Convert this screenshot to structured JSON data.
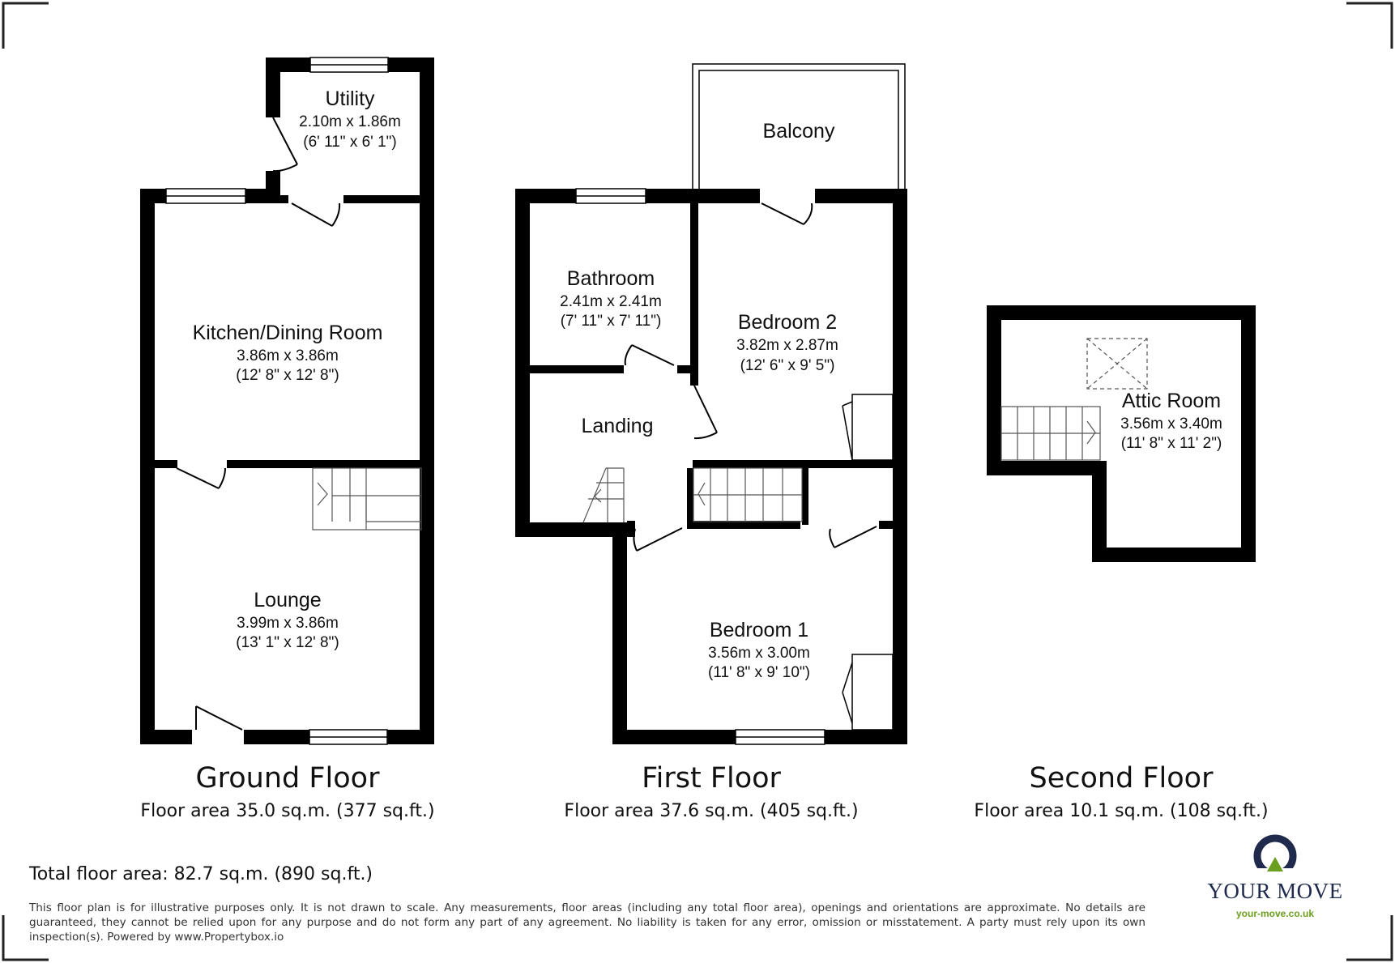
{
  "floors": {
    "ground": {
      "title": "Ground Floor",
      "area": "Floor area 35.0 sq.m. (377 sq.ft.)",
      "rooms": {
        "utility": {
          "name": "Utility",
          "metric": "2.10m x 1.86m",
          "imperial": "(6' 11\" x 6' 1\")"
        },
        "kitchen": {
          "name": "Kitchen/Dining Room",
          "metric": "3.86m x 3.86m",
          "imperial": "(12' 8\" x 12' 8\")"
        },
        "lounge": {
          "name": "Lounge",
          "metric": "3.99m x 3.86m",
          "imperial": "(13' 1\" x 12' 8\")"
        }
      }
    },
    "first": {
      "title": "First Floor",
      "area": "Floor area 37.6 sq.m. (405 sq.ft.)",
      "rooms": {
        "balcony": {
          "name": "Balcony"
        },
        "bathroom": {
          "name": "Bathroom",
          "metric": "2.41m x 2.41m",
          "imperial": "(7' 11\" x 7' 11\")"
        },
        "bedroom2": {
          "name": "Bedroom 2",
          "metric": "3.82m x 2.87m",
          "imperial": "(12' 6\" x 9' 5\")"
        },
        "landing": {
          "name": "Landing"
        },
        "bedroom1": {
          "name": "Bedroom 1",
          "metric": "3.56m x 3.00m",
          "imperial": "(11' 8\" x 9' 10\")"
        }
      }
    },
    "second": {
      "title": "Second Floor",
      "area": "Floor area 10.1 sq.m. (108 sq.ft.)",
      "rooms": {
        "attic": {
          "name": "Attic Room",
          "metric": "3.56m x 3.40m",
          "imperial": "(11' 8\" x 11' 2\")"
        }
      }
    }
  },
  "total": "Total floor area: 82.7 sq.m. (890 sq.ft.)",
  "disclaimer": "This floor plan is for illustrative purposes only. It is not drawn to scale. Any measurements, floor areas (including any total floor area), openings and orientations are approximate. No details are guaranteed, they cannot be relied upon for any purpose and do not form any part of any agreement. No liability is taken for any error, omission or misstatement. A party must rely upon its own inspection(s). Powered by www.Propertybox.io",
  "brand": {
    "name": "YOUR MOVE",
    "url": "your-move.co.uk",
    "navy": "#1f2a4d",
    "green": "#6a9e1f"
  },
  "colors": {
    "wall": "#000000",
    "background": "#ffffff"
  }
}
